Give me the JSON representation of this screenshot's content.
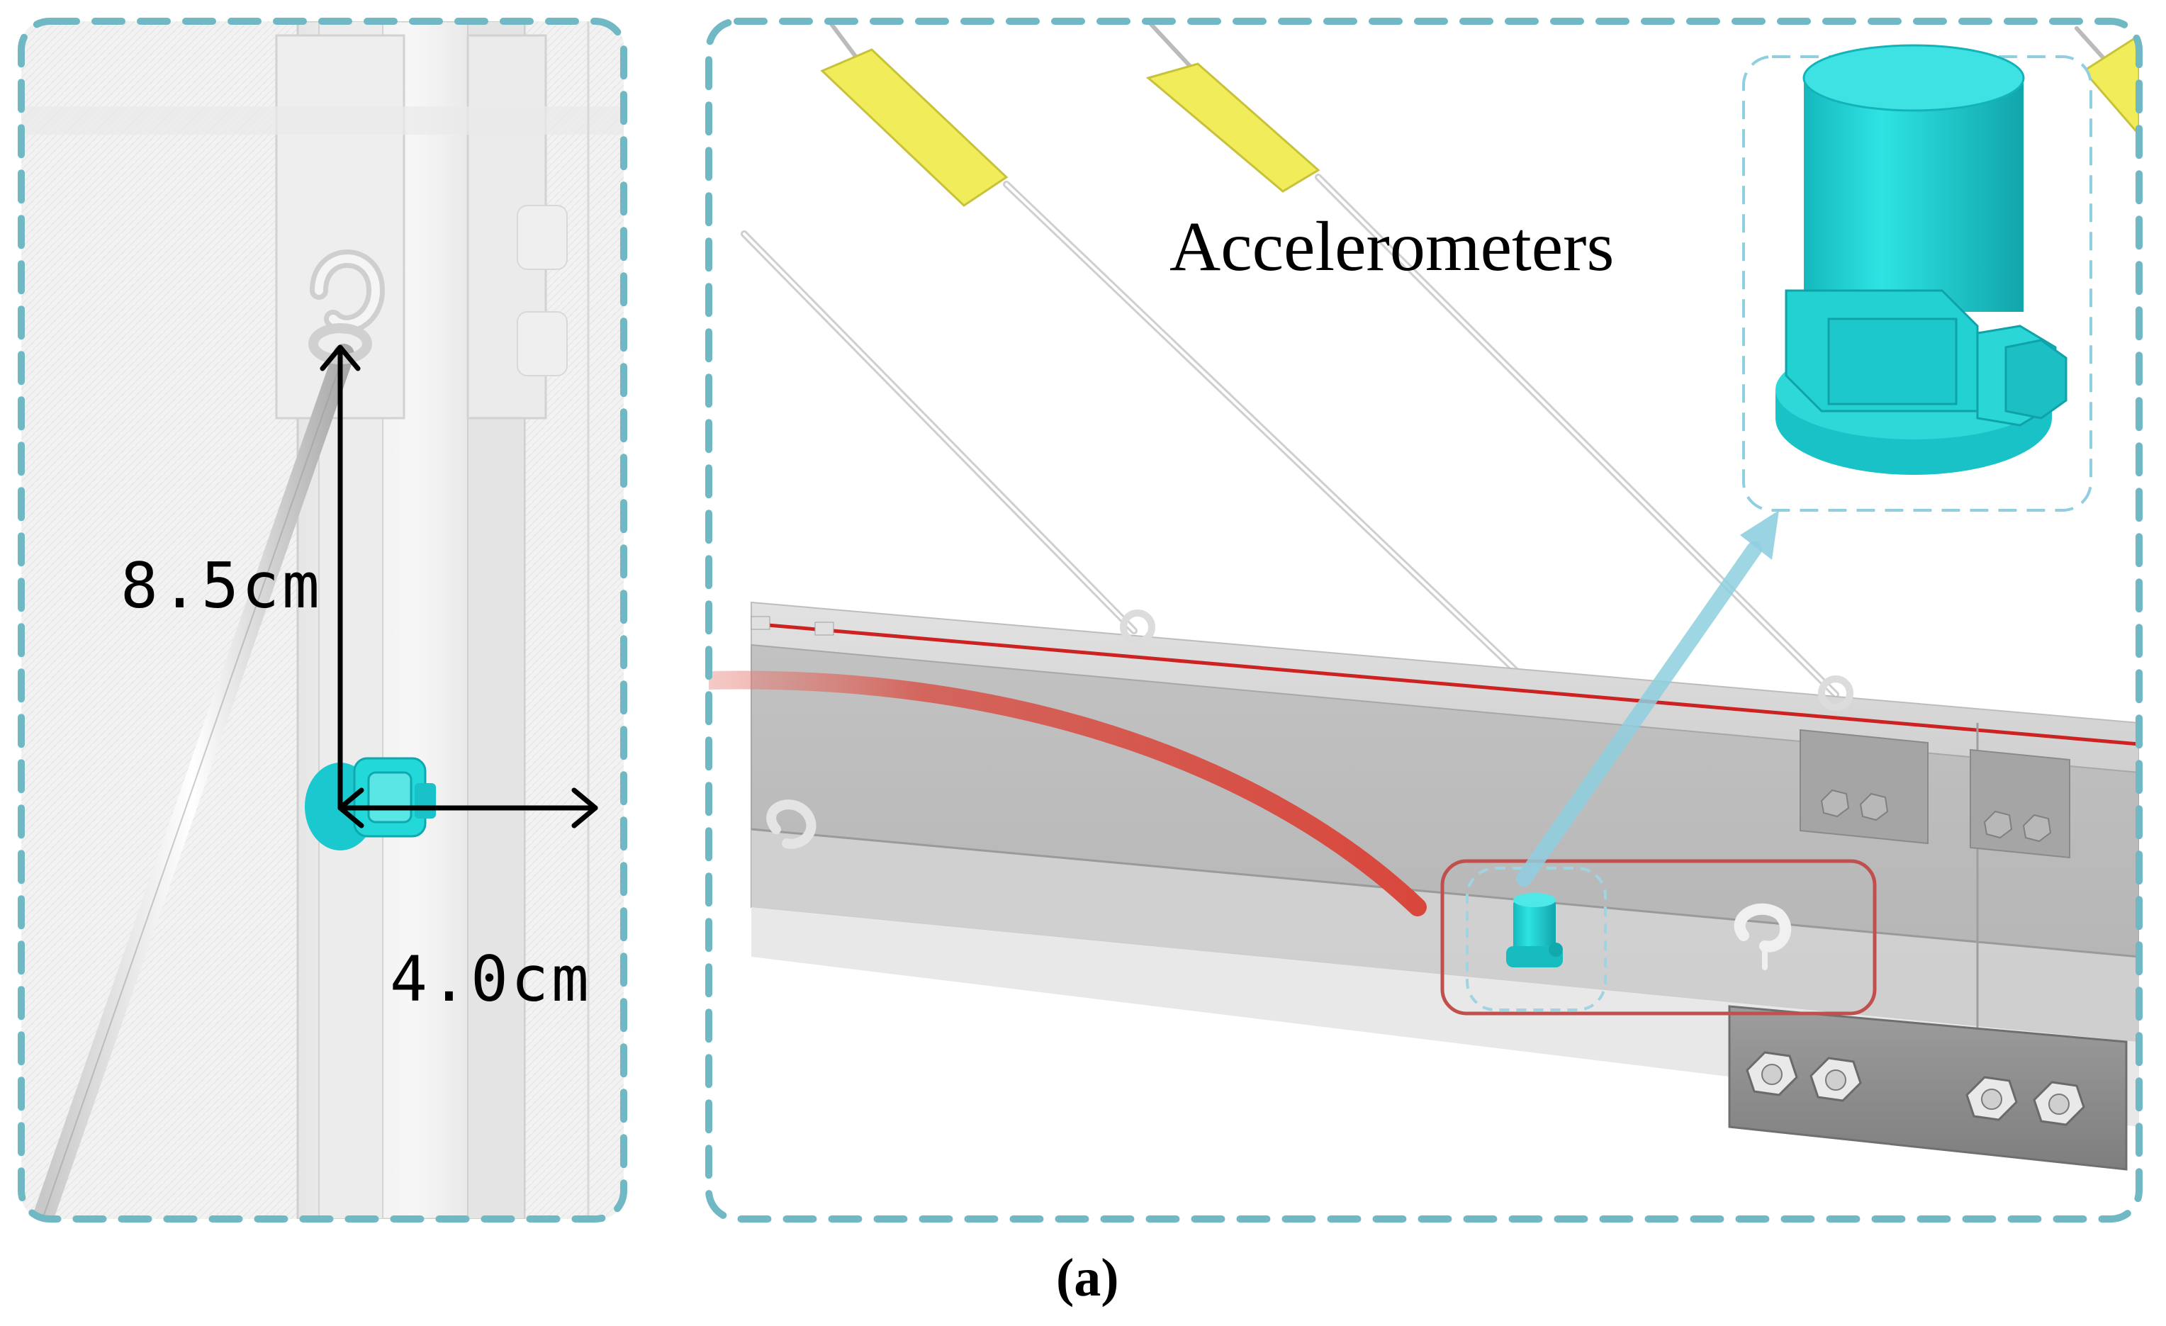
{
  "figure": {
    "caption": "(a)",
    "callout_label": "Accelerometers",
    "dimension_vertical": "8.5cm",
    "dimension_horizontal": "4.0cm",
    "colors": {
      "frame_dash": "#6fb8c4",
      "sensor": "#19d6d6",
      "highlight_box": "#c0504d",
      "red_arrow": "#d9473c",
      "blue_arrow": "#8fcfe0",
      "cable_tag": "#f0ec5a",
      "beam": "#bdbdbd",
      "beam_edge_line": "#cc2222"
    },
    "icons": [
      "accelerometer-icon",
      "cable-ring-icon",
      "bolt-icon"
    ]
  }
}
